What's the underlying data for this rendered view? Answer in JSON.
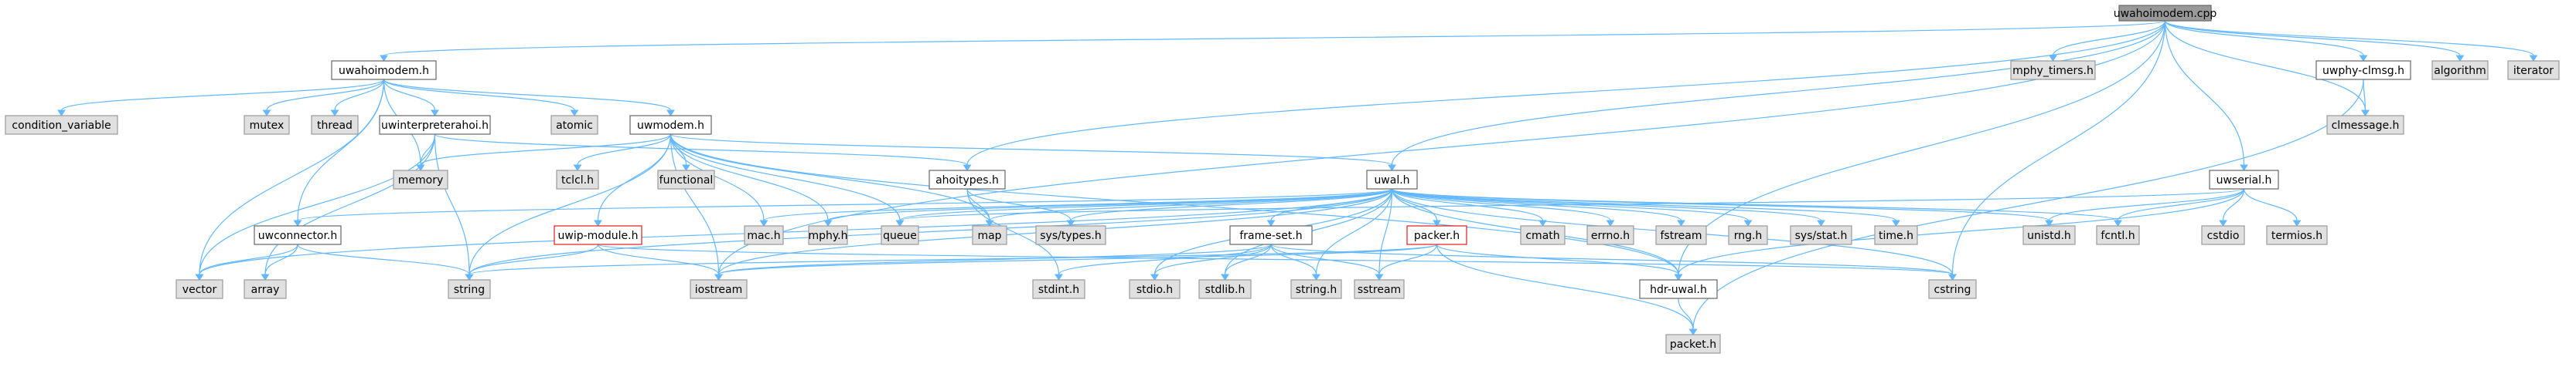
{
  "nodes": [
    {
      "id": "root",
      "label": "uwahoimodem.cpp",
      "kind": "root"
    },
    {
      "id": "uwahoimodem_h",
      "label": "uwahoimodem.h",
      "kind": "internal"
    },
    {
      "id": "mphy_timers",
      "label": "mphy_timers.h",
      "kind": "external"
    },
    {
      "id": "uwphy_clmsg",
      "label": "uwphy-clmsg.h",
      "kind": "internal"
    },
    {
      "id": "algorithm",
      "label": "algorithm",
      "kind": "external"
    },
    {
      "id": "iterator",
      "label": "iterator",
      "kind": "external"
    },
    {
      "id": "condition_variable",
      "label": "condition_variable",
      "kind": "external"
    },
    {
      "id": "mutex",
      "label": "mutex",
      "kind": "external"
    },
    {
      "id": "thread",
      "label": "thread",
      "kind": "external"
    },
    {
      "id": "uwinterpreterahoi",
      "label": "uwinterpreterahoi.h",
      "kind": "internal"
    },
    {
      "id": "atomic",
      "label": "atomic",
      "kind": "external"
    },
    {
      "id": "uwmodem",
      "label": "uwmodem.h",
      "kind": "internal"
    },
    {
      "id": "clmessage",
      "label": "clmessage.h",
      "kind": "external"
    },
    {
      "id": "memory",
      "label": "memory",
      "kind": "external"
    },
    {
      "id": "tclcl",
      "label": "tclcl.h",
      "kind": "external"
    },
    {
      "id": "functional",
      "label": "functional",
      "kind": "external"
    },
    {
      "id": "ahoitypes",
      "label": "ahoitypes.h",
      "kind": "internal"
    },
    {
      "id": "uwal",
      "label": "uwal.h",
      "kind": "internal"
    },
    {
      "id": "uwserial",
      "label": "uwserial.h",
      "kind": "internal"
    },
    {
      "id": "uwconnector",
      "label": "uwconnector.h",
      "kind": "internal"
    },
    {
      "id": "uwip_module",
      "label": "uwip-module.h",
      "kind": "red"
    },
    {
      "id": "mac",
      "label": "mac.h",
      "kind": "external"
    },
    {
      "id": "mphy",
      "label": "mphy.h",
      "kind": "external"
    },
    {
      "id": "queue",
      "label": "queue",
      "kind": "external"
    },
    {
      "id": "map",
      "label": "map",
      "kind": "external"
    },
    {
      "id": "sys_types",
      "label": "sys/types.h",
      "kind": "external"
    },
    {
      "id": "frame_set",
      "label": "frame-set.h",
      "kind": "internal"
    },
    {
      "id": "packer",
      "label": "packer.h",
      "kind": "red"
    },
    {
      "id": "cmath",
      "label": "cmath",
      "kind": "external"
    },
    {
      "id": "errno",
      "label": "errno.h",
      "kind": "external"
    },
    {
      "id": "fstream",
      "label": "fstream",
      "kind": "external"
    },
    {
      "id": "rng",
      "label": "rng.h",
      "kind": "external"
    },
    {
      "id": "sys_stat",
      "label": "sys/stat.h",
      "kind": "external"
    },
    {
      "id": "time",
      "label": "time.h",
      "kind": "external"
    },
    {
      "id": "unistd",
      "label": "unistd.h",
      "kind": "external"
    },
    {
      "id": "fcntl",
      "label": "fcntl.h",
      "kind": "external"
    },
    {
      "id": "cstdio",
      "label": "cstdio",
      "kind": "external"
    },
    {
      "id": "termios",
      "label": "termios.h",
      "kind": "external"
    },
    {
      "id": "vector",
      "label": "vector",
      "kind": "external"
    },
    {
      "id": "array",
      "label": "array",
      "kind": "external"
    },
    {
      "id": "string",
      "label": "string",
      "kind": "external"
    },
    {
      "id": "iostream",
      "label": "iostream",
      "kind": "external"
    },
    {
      "id": "stdint",
      "label": "stdint.h",
      "kind": "external"
    },
    {
      "id": "stdio",
      "label": "stdio.h",
      "kind": "external"
    },
    {
      "id": "stdlib",
      "label": "stdlib.h",
      "kind": "external"
    },
    {
      "id": "string_h",
      "label": "string.h",
      "kind": "external"
    },
    {
      "id": "sstream",
      "label": "sstream",
      "kind": "external"
    },
    {
      "id": "hdr_uwal",
      "label": "hdr-uwal.h",
      "kind": "internal"
    },
    {
      "id": "cstring",
      "label": "cstring",
      "kind": "external"
    },
    {
      "id": "packet",
      "label": "packet.h",
      "kind": "external"
    }
  ],
  "edges": [
    [
      "root",
      "uwahoimodem_h"
    ],
    [
      "root",
      "mphy_timers"
    ],
    [
      "root",
      "uwphy_clmsg"
    ],
    [
      "root",
      "algorithm"
    ],
    [
      "root",
      "iterator"
    ],
    [
      "root",
      "clmessage"
    ],
    [
      "root",
      "ahoitypes"
    ],
    [
      "root",
      "uwal"
    ],
    [
      "root",
      "uwserial"
    ],
    [
      "root",
      "iostream"
    ],
    [
      "root",
      "hdr_uwal"
    ],
    [
      "root",
      "cstring"
    ],
    [
      "uwahoimodem_h",
      "condition_variable"
    ],
    [
      "uwahoimodem_h",
      "mutex"
    ],
    [
      "uwahoimodem_h",
      "thread"
    ],
    [
      "uwahoimodem_h",
      "uwinterpreterahoi"
    ],
    [
      "uwahoimodem_h",
      "atomic"
    ],
    [
      "uwahoimodem_h",
      "uwmodem"
    ],
    [
      "uwahoimodem_h",
      "memory"
    ],
    [
      "uwahoimodem_h",
      "uwconnector"
    ],
    [
      "uwahoimodem_h",
      "vector"
    ],
    [
      "uwinterpreterahoi",
      "memory"
    ],
    [
      "uwinterpreterahoi",
      "ahoitypes"
    ],
    [
      "uwinterpreterahoi",
      "vector"
    ],
    [
      "uwinterpreterahoi",
      "array"
    ],
    [
      "uwinterpreterahoi",
      "string"
    ],
    [
      "uwmodem",
      "memory"
    ],
    [
      "uwmodem",
      "tclcl"
    ],
    [
      "uwmodem",
      "functional"
    ],
    [
      "uwmodem",
      "uwal"
    ],
    [
      "uwmodem",
      "uwip_module"
    ],
    [
      "uwmodem",
      "mac"
    ],
    [
      "uwmodem",
      "mphy"
    ],
    [
      "uwmodem",
      "queue"
    ],
    [
      "uwmodem",
      "string"
    ],
    [
      "uwmodem",
      "iostream"
    ],
    [
      "uwmodem",
      "hdr_uwal"
    ],
    [
      "uwmodem",
      "map"
    ],
    [
      "uwphy_clmsg",
      "clmessage"
    ],
    [
      "uwphy_clmsg",
      "packet"
    ],
    [
      "ahoitypes",
      "map"
    ],
    [
      "ahoitypes",
      "sys_types"
    ],
    [
      "ahoitypes",
      "stdint"
    ],
    [
      "uwal",
      "uwconnector"
    ],
    [
      "uwal",
      "mac"
    ],
    [
      "uwal",
      "mphy"
    ],
    [
      "uwal",
      "queue"
    ],
    [
      "uwal",
      "map"
    ],
    [
      "uwal",
      "sys_types"
    ],
    [
      "uwal",
      "frame_set"
    ],
    [
      "uwal",
      "packer"
    ],
    [
      "uwal",
      "cmath"
    ],
    [
      "uwal",
      "errno"
    ],
    [
      "uwal",
      "fstream"
    ],
    [
      "uwal",
      "rng"
    ],
    [
      "uwal",
      "sys_stat"
    ],
    [
      "uwal",
      "time"
    ],
    [
      "uwal",
      "unistd"
    ],
    [
      "uwal",
      "fcntl"
    ],
    [
      "uwal",
      "stdio"
    ],
    [
      "uwal",
      "stdlib"
    ],
    [
      "uwal",
      "string_h"
    ],
    [
      "uwal",
      "sstream"
    ],
    [
      "uwal",
      "hdr_uwal"
    ],
    [
      "uwal",
      "cstring"
    ],
    [
      "uwal",
      "iostream"
    ],
    [
      "uwal",
      "string"
    ],
    [
      "uwal",
      "vector"
    ],
    [
      "uwserial",
      "unistd"
    ],
    [
      "uwserial",
      "fcntl"
    ],
    [
      "uwserial",
      "cstdio"
    ],
    [
      "uwserial",
      "termios"
    ],
    [
      "uwserial",
      "hdr_uwal"
    ],
    [
      "uwserial",
      "queue"
    ],
    [
      "uwconnector",
      "vector"
    ],
    [
      "uwconnector",
      "array"
    ],
    [
      "uwconnector",
      "string"
    ],
    [
      "uwip_module",
      "iostream"
    ],
    [
      "uwip_module",
      "string"
    ],
    [
      "uwip_module",
      "cstring"
    ],
    [
      "frame_set",
      "stdio"
    ],
    [
      "frame_set",
      "stdlib"
    ],
    [
      "frame_set",
      "string_h"
    ],
    [
      "frame_set",
      "sstream"
    ],
    [
      "frame_set",
      "stdint"
    ],
    [
      "frame_set",
      "iostream"
    ],
    [
      "frame_set",
      "cstring"
    ],
    [
      "packer",
      "sstream"
    ],
    [
      "packer",
      "hdr_uwal"
    ],
    [
      "packer",
      "packet"
    ],
    [
      "packer",
      "iostream"
    ],
    [
      "packer",
      "string"
    ],
    [
      "hdr_uwal",
      "packet"
    ]
  ]
}
